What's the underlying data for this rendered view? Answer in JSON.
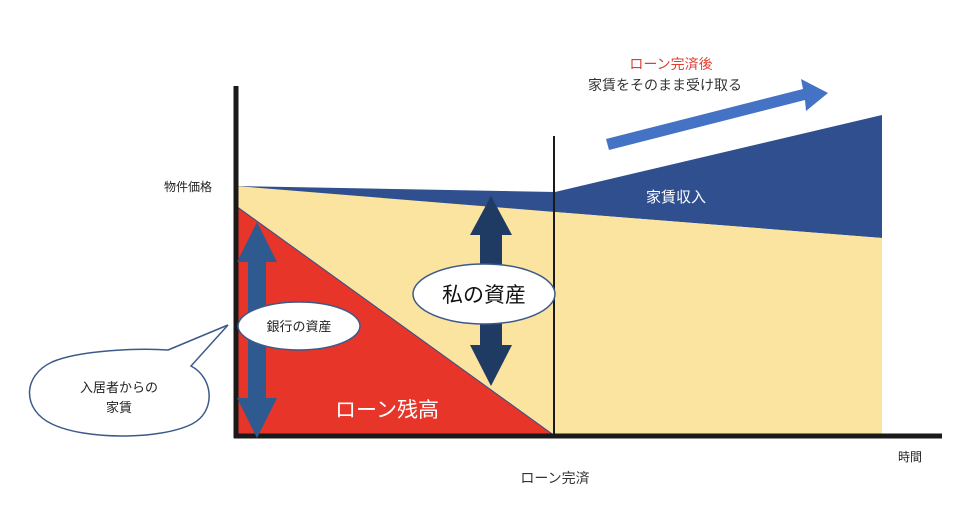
{
  "labels": {
    "property_price": "物件価格",
    "time": "時間",
    "loan_completion": "ローン完済",
    "loan_balance": "ローン残高",
    "rental_income": "家賃収入",
    "after_title": "ローン完済後",
    "after_sub": "家賃をそのまま受け取る",
    "my_asset": "私の資産",
    "bank_asset": "銀行の資産",
    "tenant_rent_line1": "入居者からの",
    "tenant_rent_line2": "家賃"
  },
  "colors": {
    "loan_red": "#e8352a",
    "asset_yellow": "#fbe3a0",
    "rent_blue": "#2f4f8f",
    "arrow_dark": "#1f3a63",
    "arrow_blue": "#4472c4",
    "accent_red_text": "#e03c31",
    "axis": "#1a1a1a"
  }
}
